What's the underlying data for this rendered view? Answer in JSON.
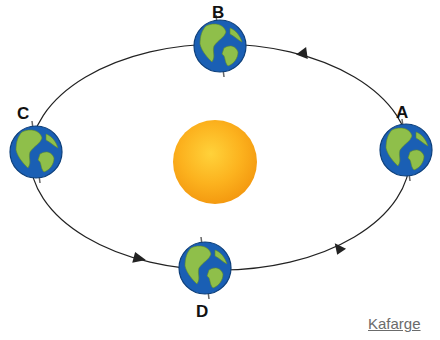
{
  "diagram": {
    "labels": [
      "B",
      "C",
      "A",
      "D",
      "Kafarge"
    ]
  }
}
